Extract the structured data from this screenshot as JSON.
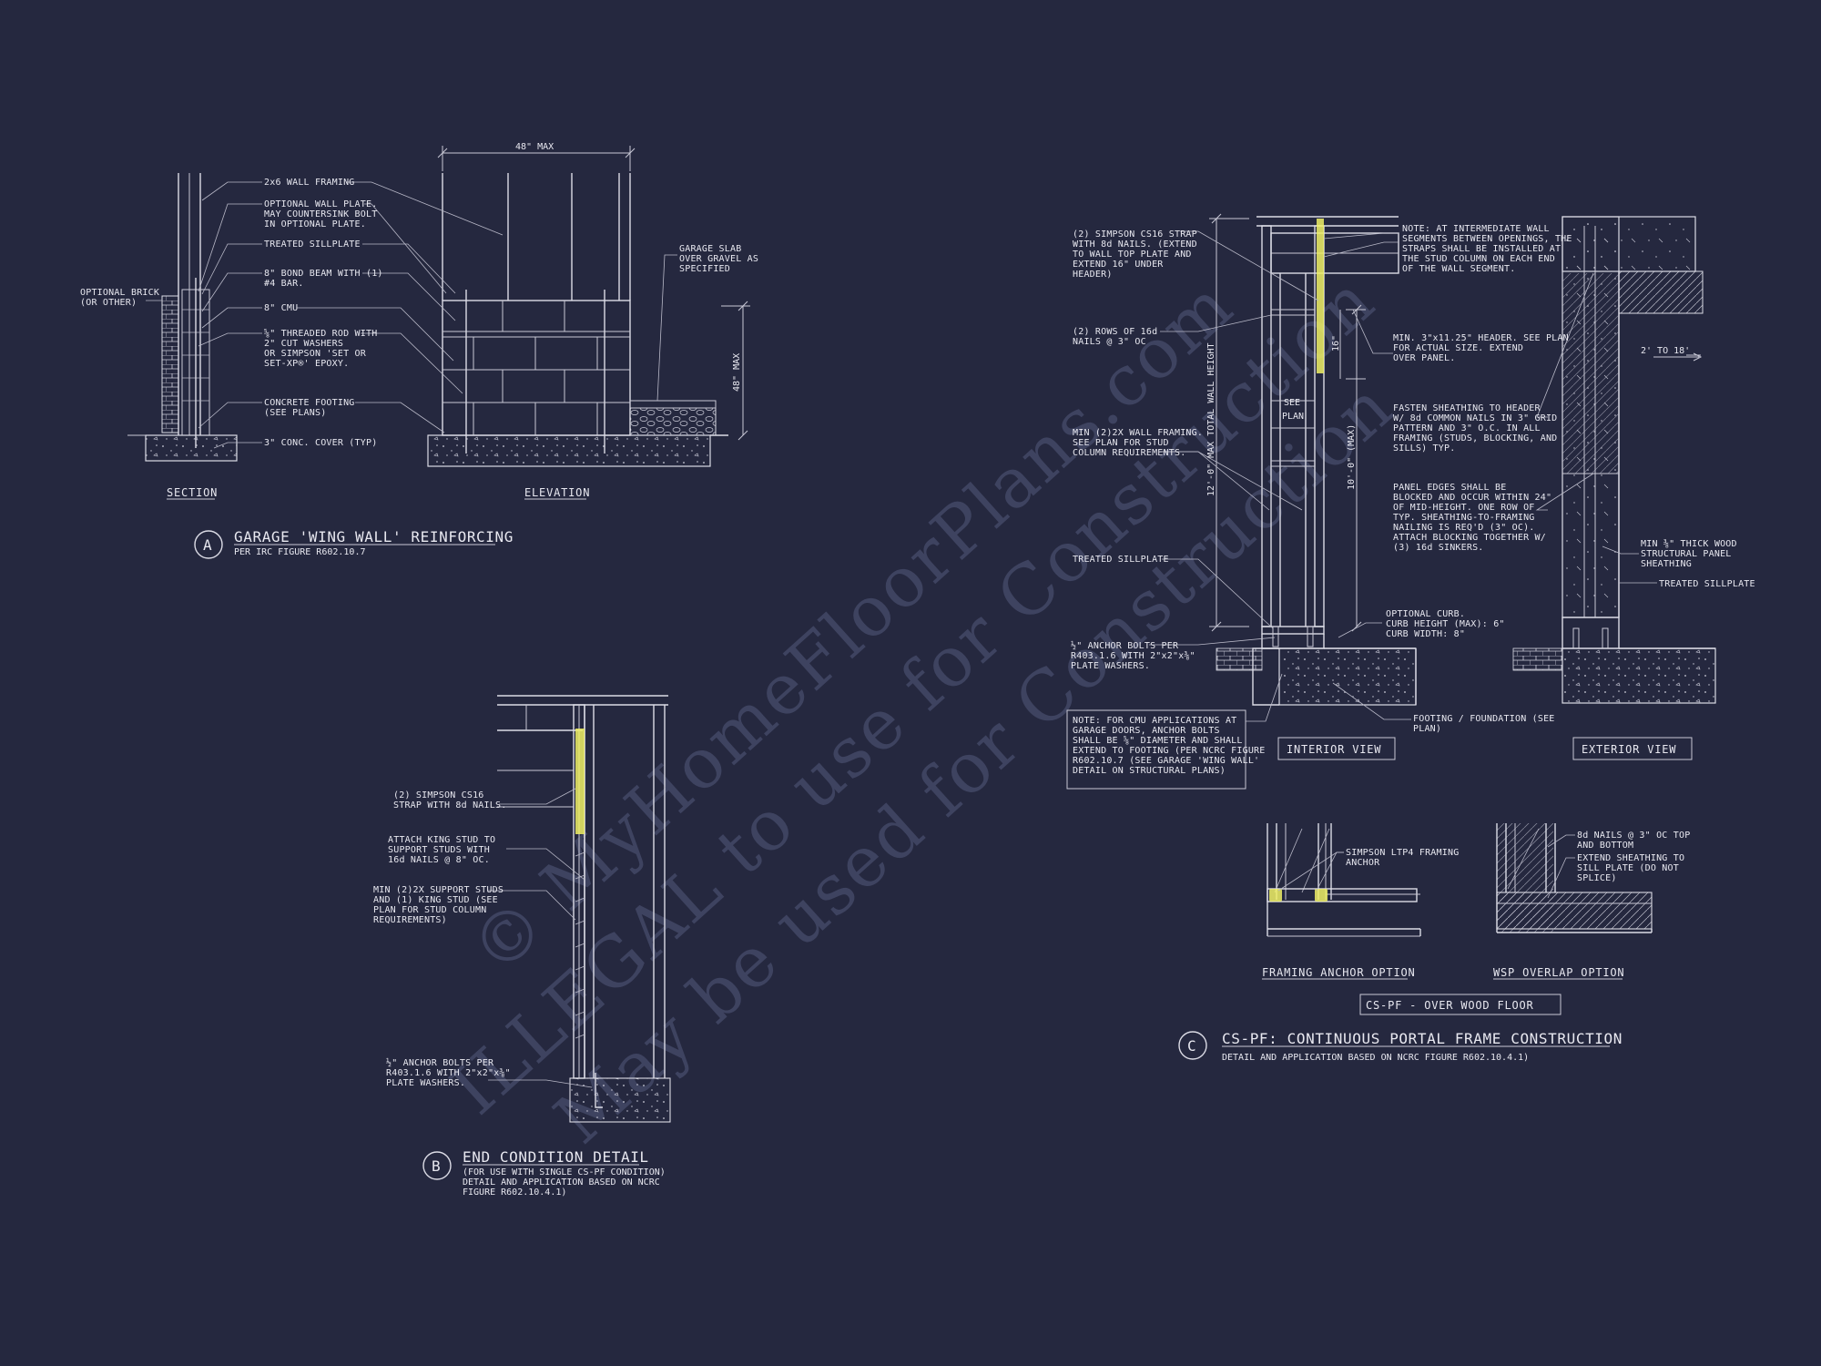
{
  "colors": {
    "background": "#25283f",
    "line": "#dcdce6",
    "strap": "#f0f066",
    "watermark": "#3e4360"
  },
  "watermark": {
    "line1": "© MyHomeFloorPlans.com",
    "line2": "ILLEGAL to use for Construction",
    "line3": "May be used for Construction"
  },
  "detail_a": {
    "bubble": "A",
    "title": "GARAGE 'WING WALL' REINFORCING",
    "subtitle": "PER IRC FIGURE R602.10.7",
    "section_caption": "SECTION",
    "elevation_caption": "ELEVATION",
    "dim_width": "48\" MAX",
    "dim_height": "48\" MAX",
    "labels": {
      "wall_framing": "2x6 WALL FRAMING",
      "opt_plate_1": "OPTIONAL WALL PLATE.",
      "opt_plate_2": "MAY COUNTERSINK BOLT",
      "opt_plate_3": "IN OPTIONAL PLATE.",
      "sillplate": "TREATED SILLPLATE",
      "bond_1": "8\" BOND BEAM WITH (1)",
      "bond_2": "#4 BAR.",
      "cmu": "8\" CMU",
      "rod_1": "⅝\" THREADED ROD WITH",
      "rod_2": "2\" CUT WASHERS",
      "rod_3": "OR SIMPSON 'SET OR",
      "rod_4": "SET-XP®' EPOXY.",
      "footing_1": "CONCRETE FOOTING",
      "footing_2": "(SEE PLANS)",
      "cover": "3\" CONC. COVER (TYP)",
      "brick_1": "OPTIONAL BRICK",
      "brick_2": "(OR OTHER)",
      "slab_1": "GARAGE SLAB",
      "slab_2": "OVER GRAVEL AS",
      "slab_3": "SPECIFIED"
    }
  },
  "detail_b": {
    "bubble": "B",
    "title": "END CONDITION DETAIL",
    "sub1": "(FOR USE WITH SINGLE CS-PF CONDITION)",
    "sub2": "DETAIL AND APPLICATION BASED ON NCRC",
    "sub3": "FIGURE R602.10.4.1)",
    "labels": {
      "strap_1": "(2) SIMPSON CS16",
      "strap_2": "STRAP WITH 8d NAILS.",
      "king_1": "ATTACH KING STUD TO",
      "king_2": "SUPPORT STUDS WITH",
      "king_3": "16d NAILS @ 8\" OC.",
      "min_1": "MIN (2)2X SUPPORT STUDS",
      "min_2": "AND (1) KING STUD (SEE",
      "min_3": "PLAN FOR STUD COLUMN",
      "min_4": "REQUIREMENTS)",
      "anchor_1": "½\" ANCHOR BOLTS PER",
      "anchor_2": "R403.1.6 WITH 2\"x2\"x⅜\"",
      "anchor_3": "PLATE WASHERS."
    }
  },
  "detail_c": {
    "bubble": "C",
    "title": "CS-PF: CONTINUOUS PORTAL FRAME CONSTRUCTION",
    "subtitle": "DETAIL AND APPLICATION BASED ON NCRC FIGURE R602.10.4.1)",
    "interior_caption": "INTERIOR VIEW",
    "exterior_caption": "EXTERIOR VIEW",
    "framing_anchor_caption": "FRAMING ANCHOR OPTION",
    "wsp_caption": "WSP OVERLAP OPTION",
    "over_floor": "CS-PF - OVER WOOD FLOOR",
    "dims": {
      "total_height": "12'-0\" MAX TOTAL WALL HEIGHT",
      "clear_height": "10'-0\" (MAX)",
      "sixteen": "16\"",
      "see_plan_1": "SEE",
      "see_plan_2": "PLAN",
      "two_to_18": "2' TO 18'"
    },
    "labels": {
      "cs16_1": "(2) SIMPSON CS16 STRAP",
      "cs16_2": "WITH 8d NAILS. (EXTEND",
      "cs16_3": "TO WALL TOP PLATE AND",
      "cs16_4": "EXTEND 16\" UNDER",
      "cs16_5": "HEADER)",
      "rows_1": "(2) ROWS OF 16d",
      "rows_2": "NAILS @ 3\" OC",
      "minframe_1": "MIN (2)2X WALL FRAMING.",
      "minframe_2": "SEE PLAN FOR STUD",
      "minframe_3": "COLUMN REQUIREMENTS.",
      "sill": "TREATED SILLPLATE",
      "anchor_1": "½\" ANCHOR BOLTS PER",
      "anchor_2": "R403.1.6 WITH 2\"x2\"x⅜\"",
      "anchor_3": "PLATE WASHERS.",
      "note_1": "NOTE: AT INTERMEDIATE WALL",
      "note_2": "SEGMENTS BETWEEN OPENINGS, THE",
      "note_3": "STRAPS SHALL BE INSTALLED AT",
      "note_4": "THE STUD COLUMN ON EACH END",
      "note_5": "OF THE WALL SEGMENT.",
      "header_1": "MIN. 3\"x11.25\" HEADER. SEE PLAN",
      "header_2": "FOR ACTUAL SIZE. EXTEND",
      "header_3": "OVER PANEL.",
      "fasten_1": "FASTEN SHEATHING TO HEADER",
      "fasten_2": "W/ 8d COMMON NAILS IN 3\" GRID",
      "fasten_3": "PATTERN AND 3\" O.C. IN ALL",
      "fasten_4": "FRAMING (STUDS, BLOCKING, AND",
      "fasten_5": "SILLS) TYP.",
      "panel_1": "PANEL EDGES SHALL BE",
      "panel_2": "BLOCKED AND OCCUR WITHIN 24\"",
      "panel_3": "OF MID-HEIGHT. ONE ROW OF",
      "panel_4": "TYP. SHEATHING-TO-FRAMING",
      "panel_5": "NAILING IS REQ'D (3\" OC).",
      "panel_6": "ATTACH BLOCKING TOGETHER W/",
      "panel_7": "(3) 16d SINKERS.",
      "osb_1": "MIN ⅜\" THICK WOOD",
      "osb_2": "STRUCTURAL PANEL",
      "osb_3": "SHEATHING",
      "sill_ext": "TREATED SILLPLATE",
      "curb_1": "OPTIONAL CURB.",
      "curb_2": "CURB HEIGHT (MAX): 6\"",
      "curb_3": "CURB WIDTH: 8\"",
      "foot_1": "FOOTING / FOUNDATION (SEE",
      "foot_2": "PLAN)",
      "cmu_1": "NOTE: FOR CMU APPLICATIONS AT",
      "cmu_2": "GARAGE DOORS, ANCHOR BOLTS",
      "cmu_3": "SHALL BE ⅝\" DIAMETER AND SHALL",
      "cmu_4": "EXTEND TO FOOTING (PER NCRC FIGURE",
      "cmu_5": "R602.10.7 (SEE GARAGE 'WING WALL'",
      "cmu_6": "DETAIL ON STRUCTURAL PLANS)",
      "ltp_1": "SIMPSON LTP4 FRAMING",
      "ltp_2": "ANCHOR",
      "nails8_1": "8d NAILS @ 3\" OC TOP",
      "nails8_2": "AND BOTTOM",
      "ext_1": "EXTEND SHEATHING TO",
      "ext_2": "SILL PLATE (DO NOT",
      "ext_3": "SPLICE)"
    }
  }
}
